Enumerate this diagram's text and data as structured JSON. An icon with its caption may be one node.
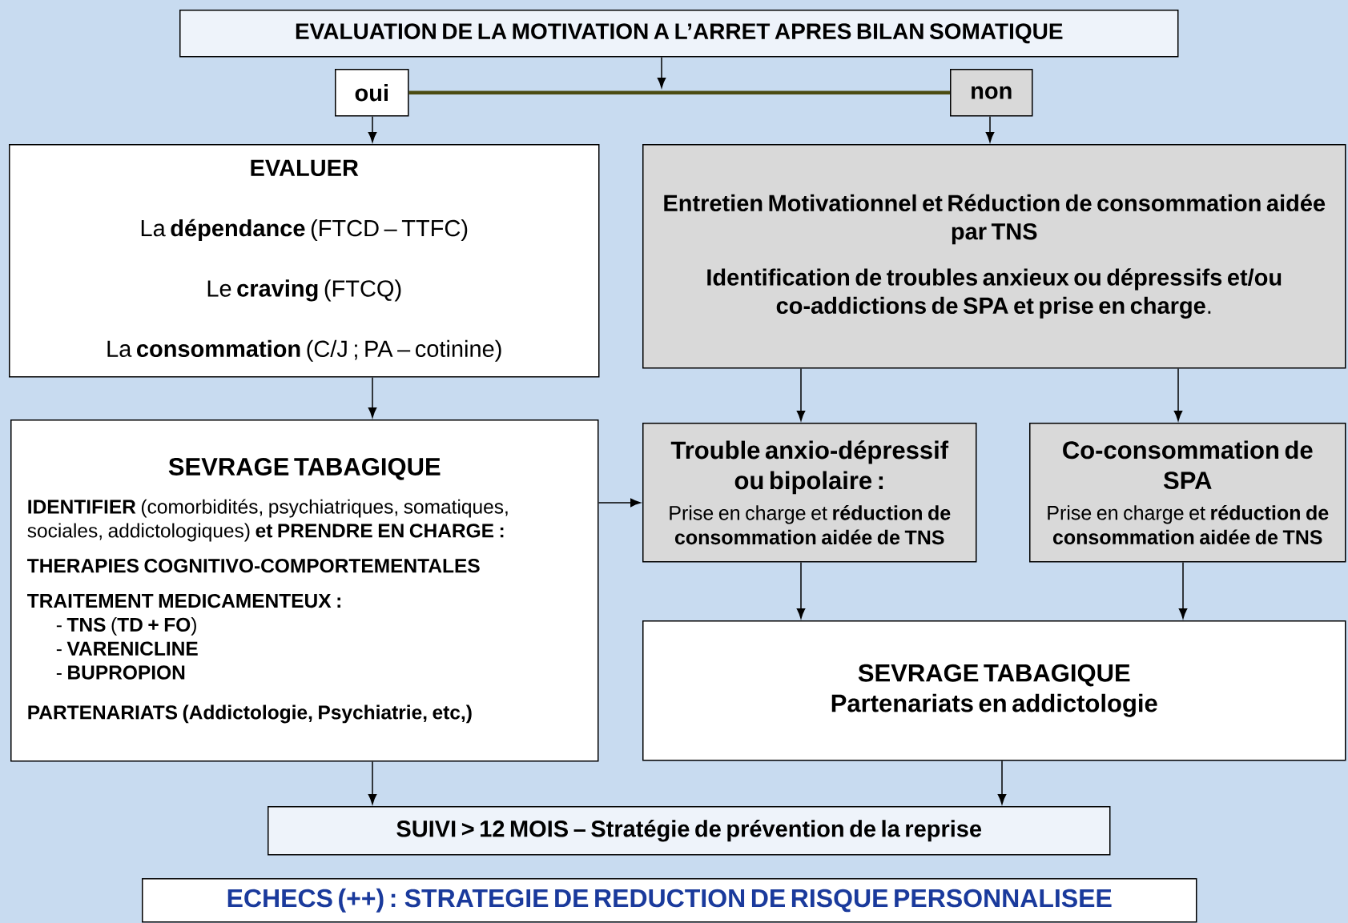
{
  "diagram": {
    "nodes": [
      {
        "text": [
          "EVALUATION DE LA MOTIVATION A L’ARRET APRES BILAN SOMATIQUE"
        ]
      },
      {
        "text": [
          "oui"
        ]
      },
      {
        "text": [
          "non"
        ]
      },
      {
        "text": [
          "EVALUER",
          "La **dépendance** (FTCD – TTFC)",
          "Le **craving** (FTCQ)",
          "La **consommation** (C/J ; PA – cotinine)"
        ]
      },
      {
        "text": [
          "Entretien Motivationnel et Réduction de consommation aidée par TNS",
          "**Identification de troubles anxieux ou dépressifs et/ou co-addictions de SPA et prise en charge**."
        ]
      },
      {
        "text": [
          "SEVRAGE TABAGIQUE",
          "**IDENTIFIER** (comorbidités, psychiatriques, somatiques, sociales, addictologiques) **et PRENDRE EN CHARGE :**",
          "THERAPIES COGNITIVO-COMPORTEMENTALES",
          "TRAITEMENT MEDICAMENTEUX :",
          "- **TNS** (**TD + FO**)",
          "- **VARENICLINE**",
          "- **BUPROPION**",
          "PARTENARIATS (Addictologie, Psychiatrie, etc,)"
        ]
      },
      {
        "text": [
          "Trouble anxio-dépressif ou bipolaire :",
          "Prise en charge et **réduction de consommation aidée de TNS**"
        ]
      },
      {
        "text": [
          "Co-consommation de SPA",
          "Prise en charge et **réduction de consommation aidée de TNS**"
        ]
      },
      {
        "text": [
          "SEVRAGE TABAGIQUE",
          "Partenariats en addictologie"
        ]
      },
      {
        "text": [
          "SUIVI > 12 MOIS – Stratégie de prévention de la reprise"
        ]
      },
      {
        "text": [
          "ECHECS (++) : STRATEGIE DE REDUCTION DE RISQUE PERSONNALISEE"
        ]
      }
    ],
    "edges": [
      {
        "from": 0,
        "to": null,
        "arrow": "to"
      },
      {
        "from": 1,
        "to": 2,
        "arrow": "none",
        "style": "thick",
        "color": "#4b4b12"
      },
      {
        "from": 1,
        "to": 3,
        "arrow": "to"
      },
      {
        "from": 2,
        "to": 4,
        "arrow": "to"
      },
      {
        "from": 3,
        "to": 5,
        "arrow": "to"
      },
      {
        "from": 4,
        "to": 6,
        "arrow": "to"
      },
      {
        "from": 4,
        "to": 7,
        "arrow": "to"
      },
      {
        "from": 5,
        "to": 6,
        "arrow": "to"
      },
      {
        "from": 6,
        "to": 8,
        "arrow": "to"
      },
      {
        "from": 7,
        "to": 8,
        "arrow": "to"
      },
      {
        "from": 5,
        "to": 9,
        "arrow": "to"
      },
      {
        "from": 8,
        "to": 9,
        "arrow": "to"
      }
    ]
  }
}
